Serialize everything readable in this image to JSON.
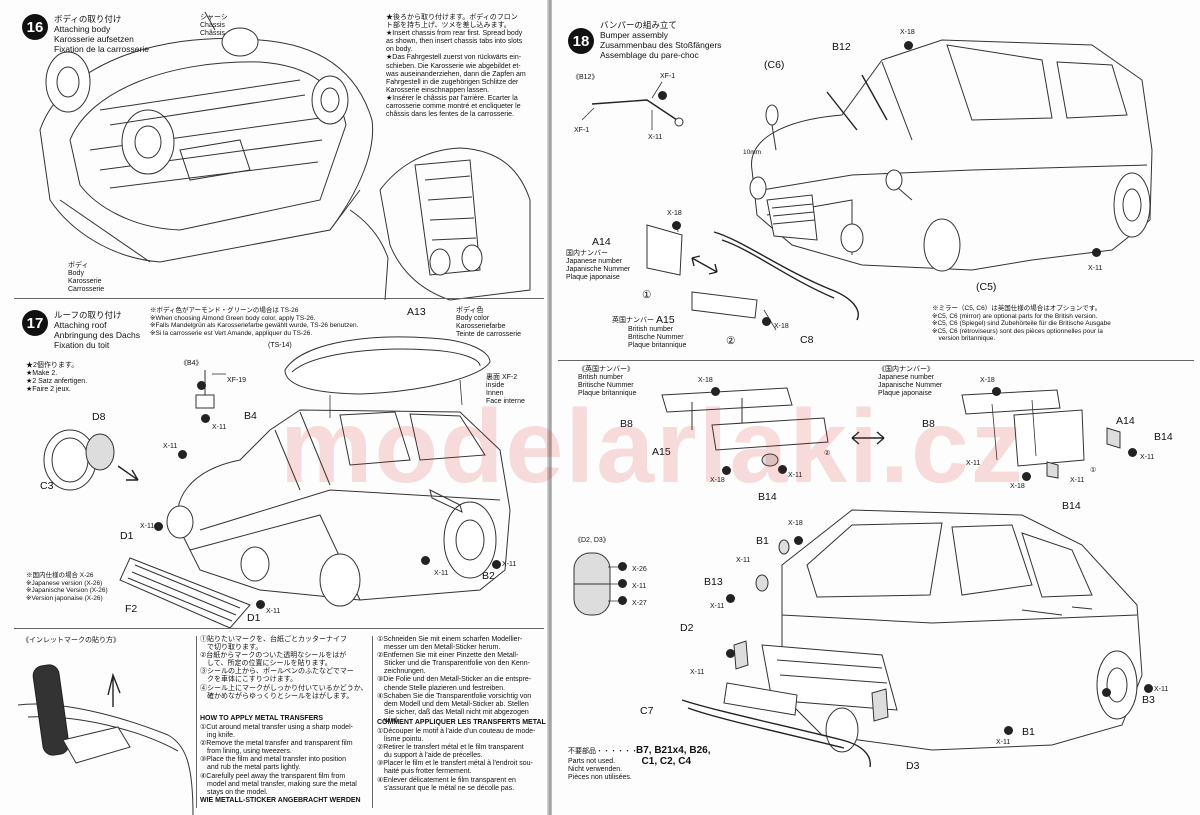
{
  "watermark": "modelarlaki.cz",
  "step16": {
    "number": "16",
    "title": "ボディの取り付け\nAttaching body\nKarosserie aufsetzen\nFixation de la carrosserie",
    "chassis": "シャーシ\nChassis\nChâssis",
    "body": "ボディ\nBody\nKarosserie\nCarrosserie",
    "note": "★後ろから取り付けます。ボディのフロン\nト部を持ち上げ、ツメを差し込みます。\n★Insert chassis from rear first. Spread body\nas shown, then insert chassis tabs into slots\non body.\n★Das Fahrgestell zuerst von rückwärts ein-\nschieben. Die Karosserie wie abgebildet et-\nwas auseinanderziehen, dann die Zapfen am\nFahrgestell in die zugehörigen Schlitze der\nKarosserie einschnappen lassen.\n★Insérer le châssis par l'arrière. Ecarter la\ncarrosserie comme montré et encliqueter le\nchâssis dans les fentes de la carrosserie."
  },
  "step17": {
    "number": "17",
    "title": "ルーフの取り付け\nAttaching roof\nAnbringung des Dachs\nFixation du toit",
    "color_note": "※ボディ色がアーモンド・グリーンの場合は TS-26\n※When choosing Almond Green body color, apply TS-26.\n※Falls Mandelgrün als Karosseriefarbe gewählt wurde, TS-26 benutzen.\n※Si la carrosserie est Vert Amande, appliquer du TS-26.",
    "body_color": "ボディ色\nBody color\nKarosseriefarbe\nTeinte de carrosserie",
    "inside": "裏面 XF-2\ninside\nInnen\nFace interne",
    "ts14": "(TS-14)",
    "a13": "A13",
    "b4_header": "《B4》",
    "xf19": "XF-19",
    "x11": "X-11",
    "make2": "★2個作ります。\n★Make 2.\n★2 Satz anfertigen.\n★Faire 2 jeux.",
    "d8": "D8",
    "c3": "C3",
    "b4": "B4",
    "d1a": "D1",
    "d1b": "D1",
    "b2": "B2",
    "f2": "F2",
    "japan_version": "※国内仕様の場合 X-26\n※Japanese version (X-26)\n※Japanische Version (X-26)\n※Version japonaise (X-26)"
  },
  "inlet": {
    "header": "《インレットマークの貼り方》",
    "jp": "①貼りたいマークを、台紙ごとカッターナイフ\n　で切り取ります。\n②台紙からマークのついた透明なシールをはが\n　して、所定の位置にシールを貼ります。\n③シールの上から、ボールペンのふたなどでマー\n　クを車体にこすりつけます。\n④シール上にマークがしっかり付いているかどうか、\n　確かめながらゆっくりとシールをはがします。",
    "en_title": "HOW TO APPLY METAL TRANSFERS",
    "en": "①Cut around metal transfer using a sharp model-\n　ing knife.\n②Remove the metal transfer and transparent film\n　from lining, using tweezers.\n③Place the film and metal transfer into position\n　and rub the metal parts lightly.\n④Carefully peel away the transparent film from\n　model and metal transfer, making sure the metal\n　stays on the model.",
    "de_title": "WIE METALL-STICKER ANGEBRACHT WERDEN",
    "de": "①Schneiden Sie mit einem scharfen Modellier-\n　messer um den Metall-Sticker herum.\n②Entfernen Sie mit einer Pinzette den Metall-\n　Sticker und die Transparentfolie von den Kenn-\n　zeichnungen.\n③Die Folie und den Metall-Sticker an die entspre-\n　chende Stelle plazieren und festreiben.\n④Schaben Sie die Transparentfolie vorsichtig von\n　dem Modell und dem Metall-Sticker ab. Stellen\n　Sie sicher, daß das Metall nicht mit abgezogen\n　wird.",
    "fr_title": "COMMENT APPLIQUER LES TRANSFERTS METAL",
    "fr": "①Découper le motif à l'aide d'un couteau de mode-\n　lisme pointu.\n②Retirer le transfert métal et le film transparent\n　du support à l'aide de précelles.\n③Placer le film et le transfert métal à l'endroit sou-\n　haité puis frotter fermement.\n④Enlever délicatement le film transparent en\n　s'assurant que le métal ne se décolle pas."
  },
  "step18": {
    "number": "18",
    "title": "バンパーの組み立て\nBumper assembly\nZusammenbau des Stoßfängers\nAssemblage du pare-choc",
    "b12_header": "《B12》",
    "xf1a": "XF-1",
    "xf1b": "XF-1",
    "x11": "X-11",
    "x18": "X-18",
    "c6": "(C6)",
    "b12": "B12",
    "mm10": "10mm",
    "a14": "A14",
    "jp_plate": "国内ナンバー\nJapanese number\nJapanische Nummer\nPlaque japonaise",
    "british_plate_jp": "英国ナンバー",
    "a15": "A15",
    "british_plate": "British number\nBritische Nummer\nPlaque britannique",
    "c5": "(C5)",
    "c8": "C8",
    "circle1": "①",
    "circle2": "②",
    "mirror_note": "※ミラー（C5, C6）は英国仕様の場合はオプションです。\n※C5, C6 (mirror) are optional parts for the British version.\n※C5, C6 (Spiegel) sind Zubehörteile für die Britische Ausgabe\n※C5, C6 (rétroviseurs) sont des pièces optionnelles pour la\n　version britannique."
  },
  "plates": {
    "british_header": "《英国ナンバー》\nBritish number\nBritische Nummer\nPlaque britannique",
    "japanese_header": "《国内ナンバー》\nJapanese number\nJapanische Nummer\nPlaque japonaise",
    "b8a": "B8",
    "b8b": "B8",
    "a15": "A15",
    "a14": "A14",
    "b14a": "B14",
    "b14b": "B14",
    "b14c": "B14"
  },
  "rear": {
    "d2d3_header": "《D2, D3》",
    "x26": "X-26",
    "x11": "X-11",
    "x27": "X-27",
    "b1a": "B1",
    "b13": "B13",
    "d2": "D2",
    "c7": "C7",
    "b1b": "B1",
    "d3": "D3",
    "b3": "B3",
    "unused_label": "不要部品・・・・・・",
    "unused_parts": "B7, B21x4, B26,\n  C1, C2, C4",
    "unused_lang": "Parts not used.\nNicht verwenden.\nPièces non utilisées."
  }
}
